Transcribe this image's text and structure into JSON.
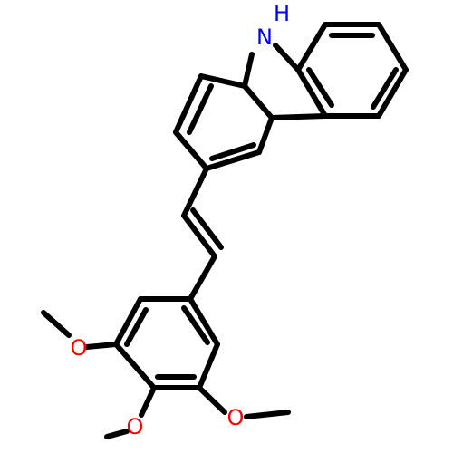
{
  "molecule": {
    "atom_labels": {
      "nh_n": "N",
      "nh_h": "H",
      "oxygen": "O"
    },
    "colors": {
      "nitrogen": "#0000ff",
      "oxygen": "#ff0000",
      "bond": "#000000",
      "background": "#ffffff"
    }
  }
}
